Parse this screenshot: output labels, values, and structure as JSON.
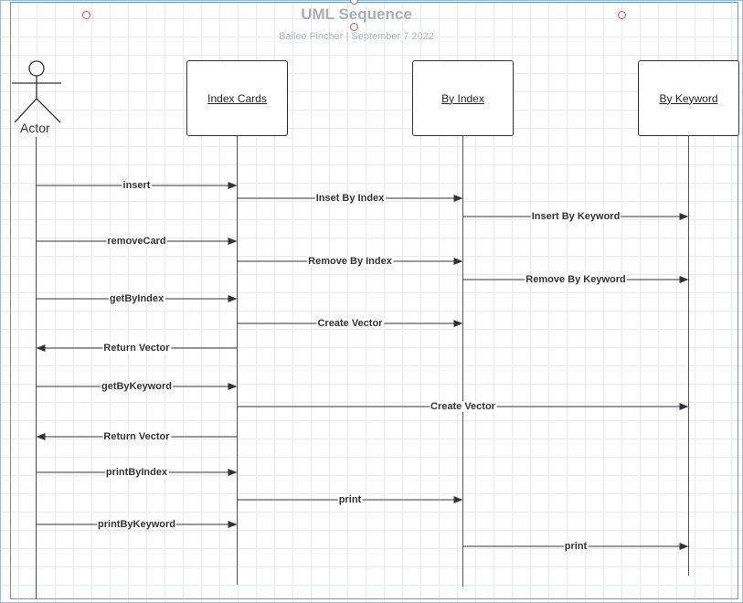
{
  "header": {
    "title": "UML Sequence",
    "subtitle": "Bailee Fincher  |  September 7 2022"
  },
  "actor": {
    "label": "Actor"
  },
  "participants": [
    {
      "id": "cards",
      "label": "Index Cards"
    },
    {
      "id": "byindex",
      "label": "By Index"
    },
    {
      "id": "bykeyword",
      "label": "By Keyword"
    }
  ],
  "messages": [
    {
      "label": "insert",
      "from": "actor",
      "to": "cards"
    },
    {
      "label": "Inset By Index",
      "from": "cards",
      "to": "byindex"
    },
    {
      "label": "Insert By Keyword",
      "from": "byindex",
      "to": "bykeyword"
    },
    {
      "label": "removeCard",
      "from": "actor",
      "to": "cards"
    },
    {
      "label": "Remove By Index",
      "from": "cards",
      "to": "byindex"
    },
    {
      "label": "Remove By Keyword",
      "from": "byindex",
      "to": "bykeyword"
    },
    {
      "label": "getByIndex",
      "from": "actor",
      "to": "cards"
    },
    {
      "label": "Create Vector",
      "from": "cards",
      "to": "byindex"
    },
    {
      "label": "Return Vector",
      "from": "cards",
      "to": "actor"
    },
    {
      "label": "getByKeyword",
      "from": "actor",
      "to": "cards"
    },
    {
      "label": "Create Vector",
      "from": "cards",
      "to": "bykeyword"
    },
    {
      "label": "Return Vector",
      "from": "cards",
      "to": "actor"
    },
    {
      "label": "printByIndex",
      "from": "actor",
      "to": "cards"
    },
    {
      "label": "print",
      "from": "cards",
      "to": "byindex"
    },
    {
      "label": "printByKeyword",
      "from": "actor",
      "to": "cards"
    },
    {
      "label": "print",
      "from": "byindex",
      "to": "bykeyword"
    }
  ]
}
